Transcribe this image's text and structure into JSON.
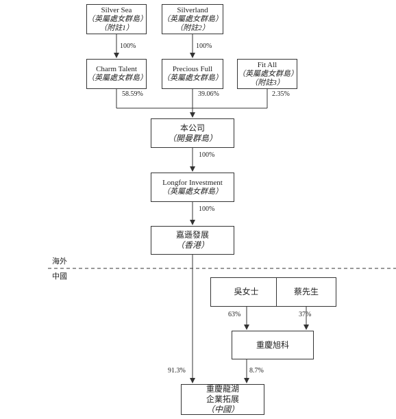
{
  "entities": {
    "silver_sea": {
      "name": "Silver Sea",
      "place": "（英屬處女群島）",
      "note": "（附註1）"
    },
    "silverland": {
      "name": "Silverland",
      "place": "（英屬處女群島）",
      "note": "（附註2）"
    },
    "charm_talent": {
      "name": "Charm Talent",
      "place": "（英屬處女群島）"
    },
    "precious_full": {
      "name": "Precious Full",
      "place": "（英屬處女群島）"
    },
    "fit_all": {
      "name": "Fit All",
      "place": "（英屬處女群島）",
      "note": "（附註3）"
    },
    "company": {
      "name": "本公司",
      "place": "（開曼群島）"
    },
    "longfor_investment": {
      "name": "Longfor Investment",
      "place": "（英屬處女群島）"
    },
    "jiayu": {
      "name": "嘉遜發展",
      "place": "（香港）"
    },
    "ms_wu": {
      "name": "吳女士"
    },
    "mr_cai": {
      "name": "蔡先生"
    },
    "chongqing_xuke": {
      "name": "重慶旭科"
    },
    "chongqing_longhu": {
      "line1": "重慶龍湖",
      "line2": "企業拓展",
      "place": "（中國）"
    }
  },
  "percentages": {
    "silver_sea_to_charm": "100%",
    "silverland_to_precious": "100%",
    "charm_to_company": "58.59%",
    "precious_to_company": "39.06%",
    "fitall_to_company": "2.35%",
    "company_to_longfor": "100%",
    "longfor_to_jiayu": "100%",
    "wu_to_xuke": "63%",
    "cai_to_xuke": "37%",
    "jiayu_to_longhu": "91.3%",
    "xuke_to_longhu": "8.7%"
  },
  "regions": {
    "overseas": "海外",
    "china": "中國"
  }
}
